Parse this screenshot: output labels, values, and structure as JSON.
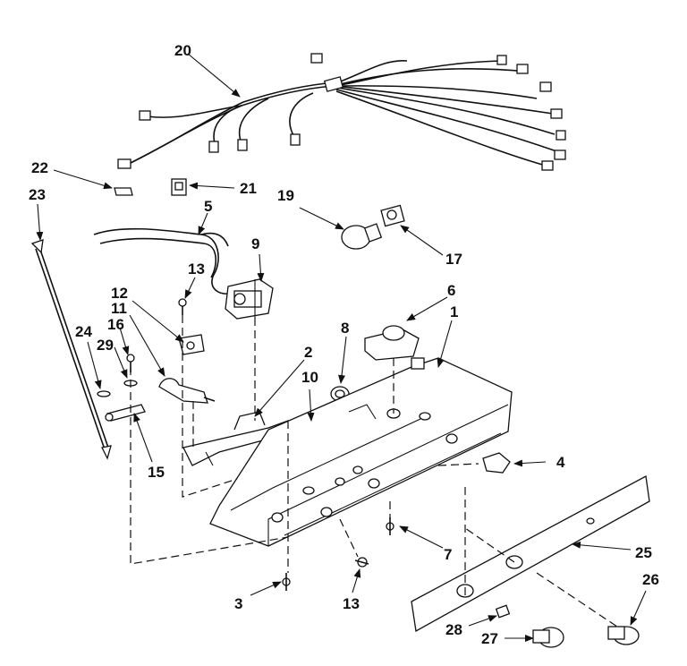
{
  "labels": {
    "l1": "1",
    "l2": "2",
    "l3": "3",
    "l4": "4",
    "l5": "5",
    "l6": "6",
    "l7": "7",
    "l8": "8",
    "l9": "9",
    "l10": "10",
    "l11": "11",
    "l12": "12",
    "l13a": "13",
    "l13b": "13",
    "l15": "15",
    "l16": "16",
    "l17": "17",
    "l19": "19",
    "l20": "20",
    "l21": "21",
    "l22": "22",
    "l23": "23",
    "l24": "24",
    "l25": "25",
    "l26": "26",
    "l27": "27",
    "l28": "28",
    "l29": "29"
  }
}
